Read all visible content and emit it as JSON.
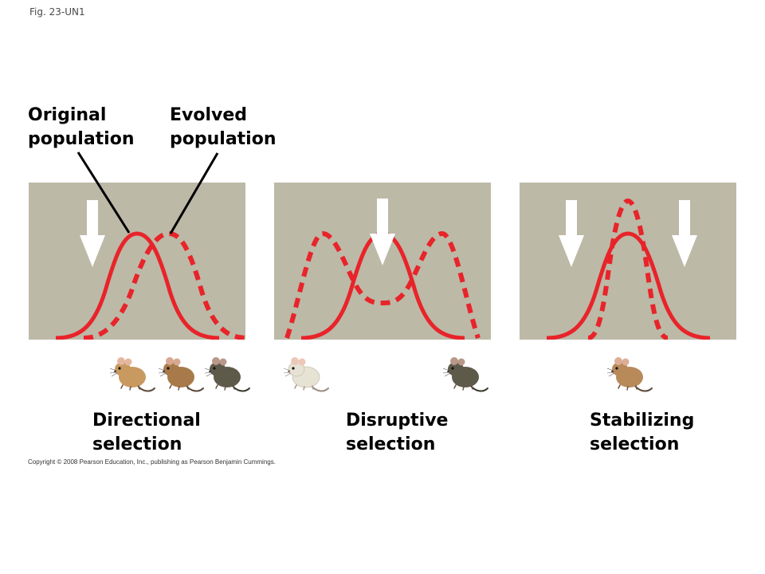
{
  "figure_label": "Fig. 23-UN1",
  "callouts": {
    "original": [
      "Original",
      "population"
    ],
    "evolved": [
      "Evolved",
      "population"
    ]
  },
  "panels": [
    {
      "name": "directional",
      "label": [
        "Directional",
        "selection"
      ],
      "mice": [
        "tan",
        "brown",
        "dark"
      ]
    },
    {
      "name": "disruptive",
      "label": [
        "Disruptive",
        "selection"
      ],
      "mice": [
        "light",
        "dark"
      ]
    },
    {
      "name": "stabilizing",
      "label": [
        "Stabilizing",
        "selection"
      ],
      "mice": [
        "brown"
      ]
    }
  ],
  "copyright": "Copyright © 2008 Pearson Education, Inc., publishing as Pearson Benjamin Cummings.",
  "colors": {
    "panel_bg": "#bcb9a7",
    "curve": "#e8242a",
    "arrow": "#ffffff"
  },
  "icons": [
    "down-arrow-icon",
    "mouse-icon"
  ]
}
